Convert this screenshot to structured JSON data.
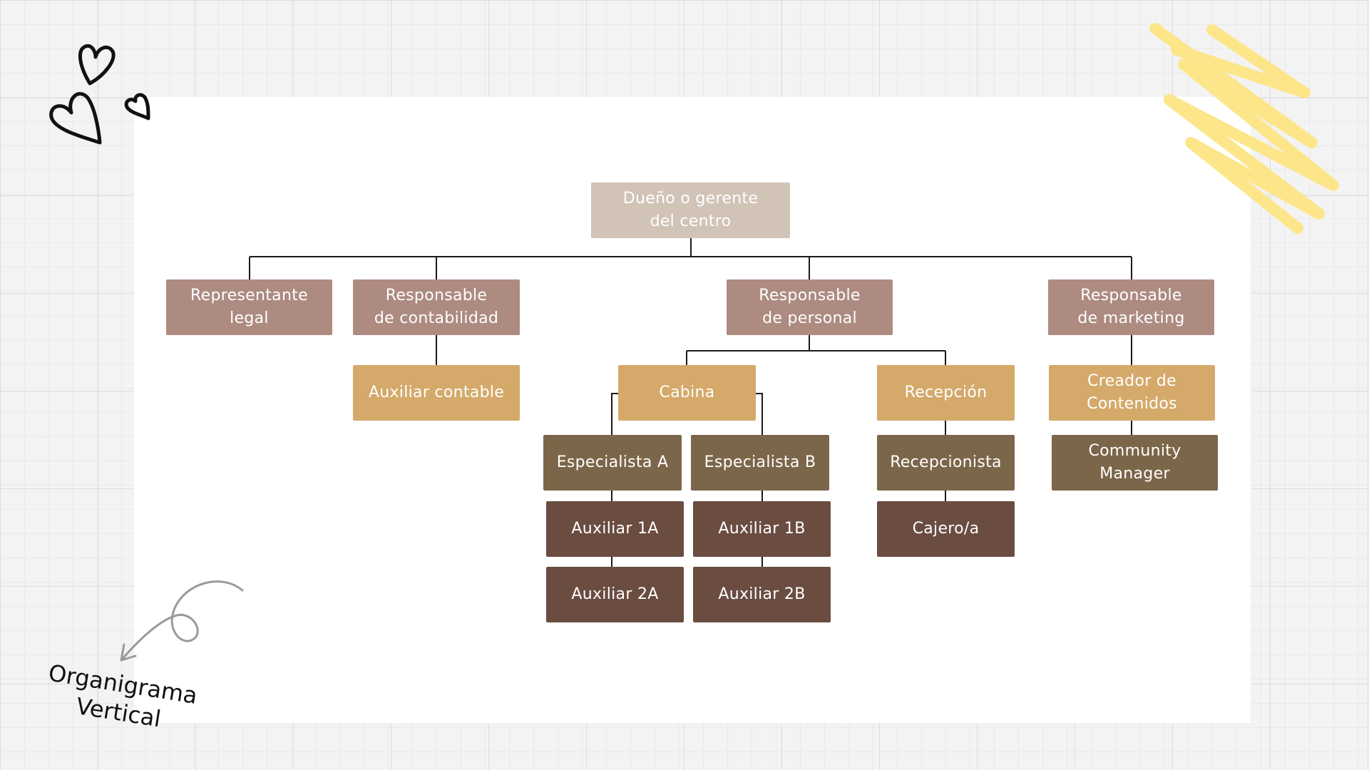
{
  "colors": {
    "top": "#d1c3b6",
    "level1": "#ad8b80",
    "level2": "#d4a96a",
    "level3": "#7c6649",
    "level4": "#6a4c41",
    "line": "#1a1a1a",
    "highlighter": "#fde68a"
  },
  "caption": {
    "line1": "Organigrama",
    "line2": "Vertical"
  },
  "decorations": {
    "hearts": "hearts-doodle-icon",
    "scribble": "yellow-scribble-icon",
    "arrow": "curly-arrow-icon"
  },
  "nodes": [
    {
      "id": "owner",
      "label": "Dueño o gerente\ndel centro",
      "color": "top"
    },
    {
      "id": "legal",
      "label": "Representante\nlegal",
      "color": "level1"
    },
    {
      "id": "accounting",
      "label": "Responsable\nde contabilidad",
      "color": "level1"
    },
    {
      "id": "personnel",
      "label": "Responsable\nde personal",
      "color": "level1"
    },
    {
      "id": "marketing",
      "label": "Responsable\nde marketing",
      "color": "level1"
    },
    {
      "id": "acc-assistant",
      "label": "Auxiliar contable",
      "color": "level2"
    },
    {
      "id": "cabin",
      "label": "Cabina",
      "color": "level2"
    },
    {
      "id": "reception",
      "label": "Recepción",
      "color": "level2"
    },
    {
      "id": "content",
      "label": "Creador de\nContenidos",
      "color": "level2"
    },
    {
      "id": "spec-a",
      "label": "Especialista A",
      "color": "level3"
    },
    {
      "id": "spec-b",
      "label": "Especialista B",
      "color": "level3"
    },
    {
      "id": "receptionist",
      "label": "Recepcionista",
      "color": "level3"
    },
    {
      "id": "community",
      "label": "Community\nManager",
      "color": "level3"
    },
    {
      "id": "aux-1a",
      "label": "Auxiliar 1A",
      "color": "level4"
    },
    {
      "id": "aux-1b",
      "label": "Auxiliar 1B",
      "color": "level4"
    },
    {
      "id": "cashier",
      "label": "Cajero/a",
      "color": "level4"
    },
    {
      "id": "aux-2a",
      "label": "Auxiliar 2A",
      "color": "level4"
    },
    {
      "id": "aux-2b",
      "label": "Auxiliar 2B",
      "color": "level4"
    }
  ],
  "edges": [
    [
      "owner",
      "legal"
    ],
    [
      "owner",
      "accounting"
    ],
    [
      "owner",
      "personnel"
    ],
    [
      "owner",
      "marketing"
    ],
    [
      "accounting",
      "acc-assistant"
    ],
    [
      "personnel",
      "cabin"
    ],
    [
      "personnel",
      "reception"
    ],
    [
      "marketing",
      "content"
    ],
    [
      "cabin",
      "spec-a"
    ],
    [
      "cabin",
      "spec-b"
    ],
    [
      "reception",
      "receptionist"
    ],
    [
      "content",
      "community"
    ],
    [
      "spec-a",
      "aux-1a"
    ],
    [
      "aux-1a",
      "aux-2a"
    ],
    [
      "spec-b",
      "aux-1b"
    ],
    [
      "aux-1b",
      "aux-2b"
    ],
    [
      "receptionist",
      "cashier"
    ]
  ]
}
